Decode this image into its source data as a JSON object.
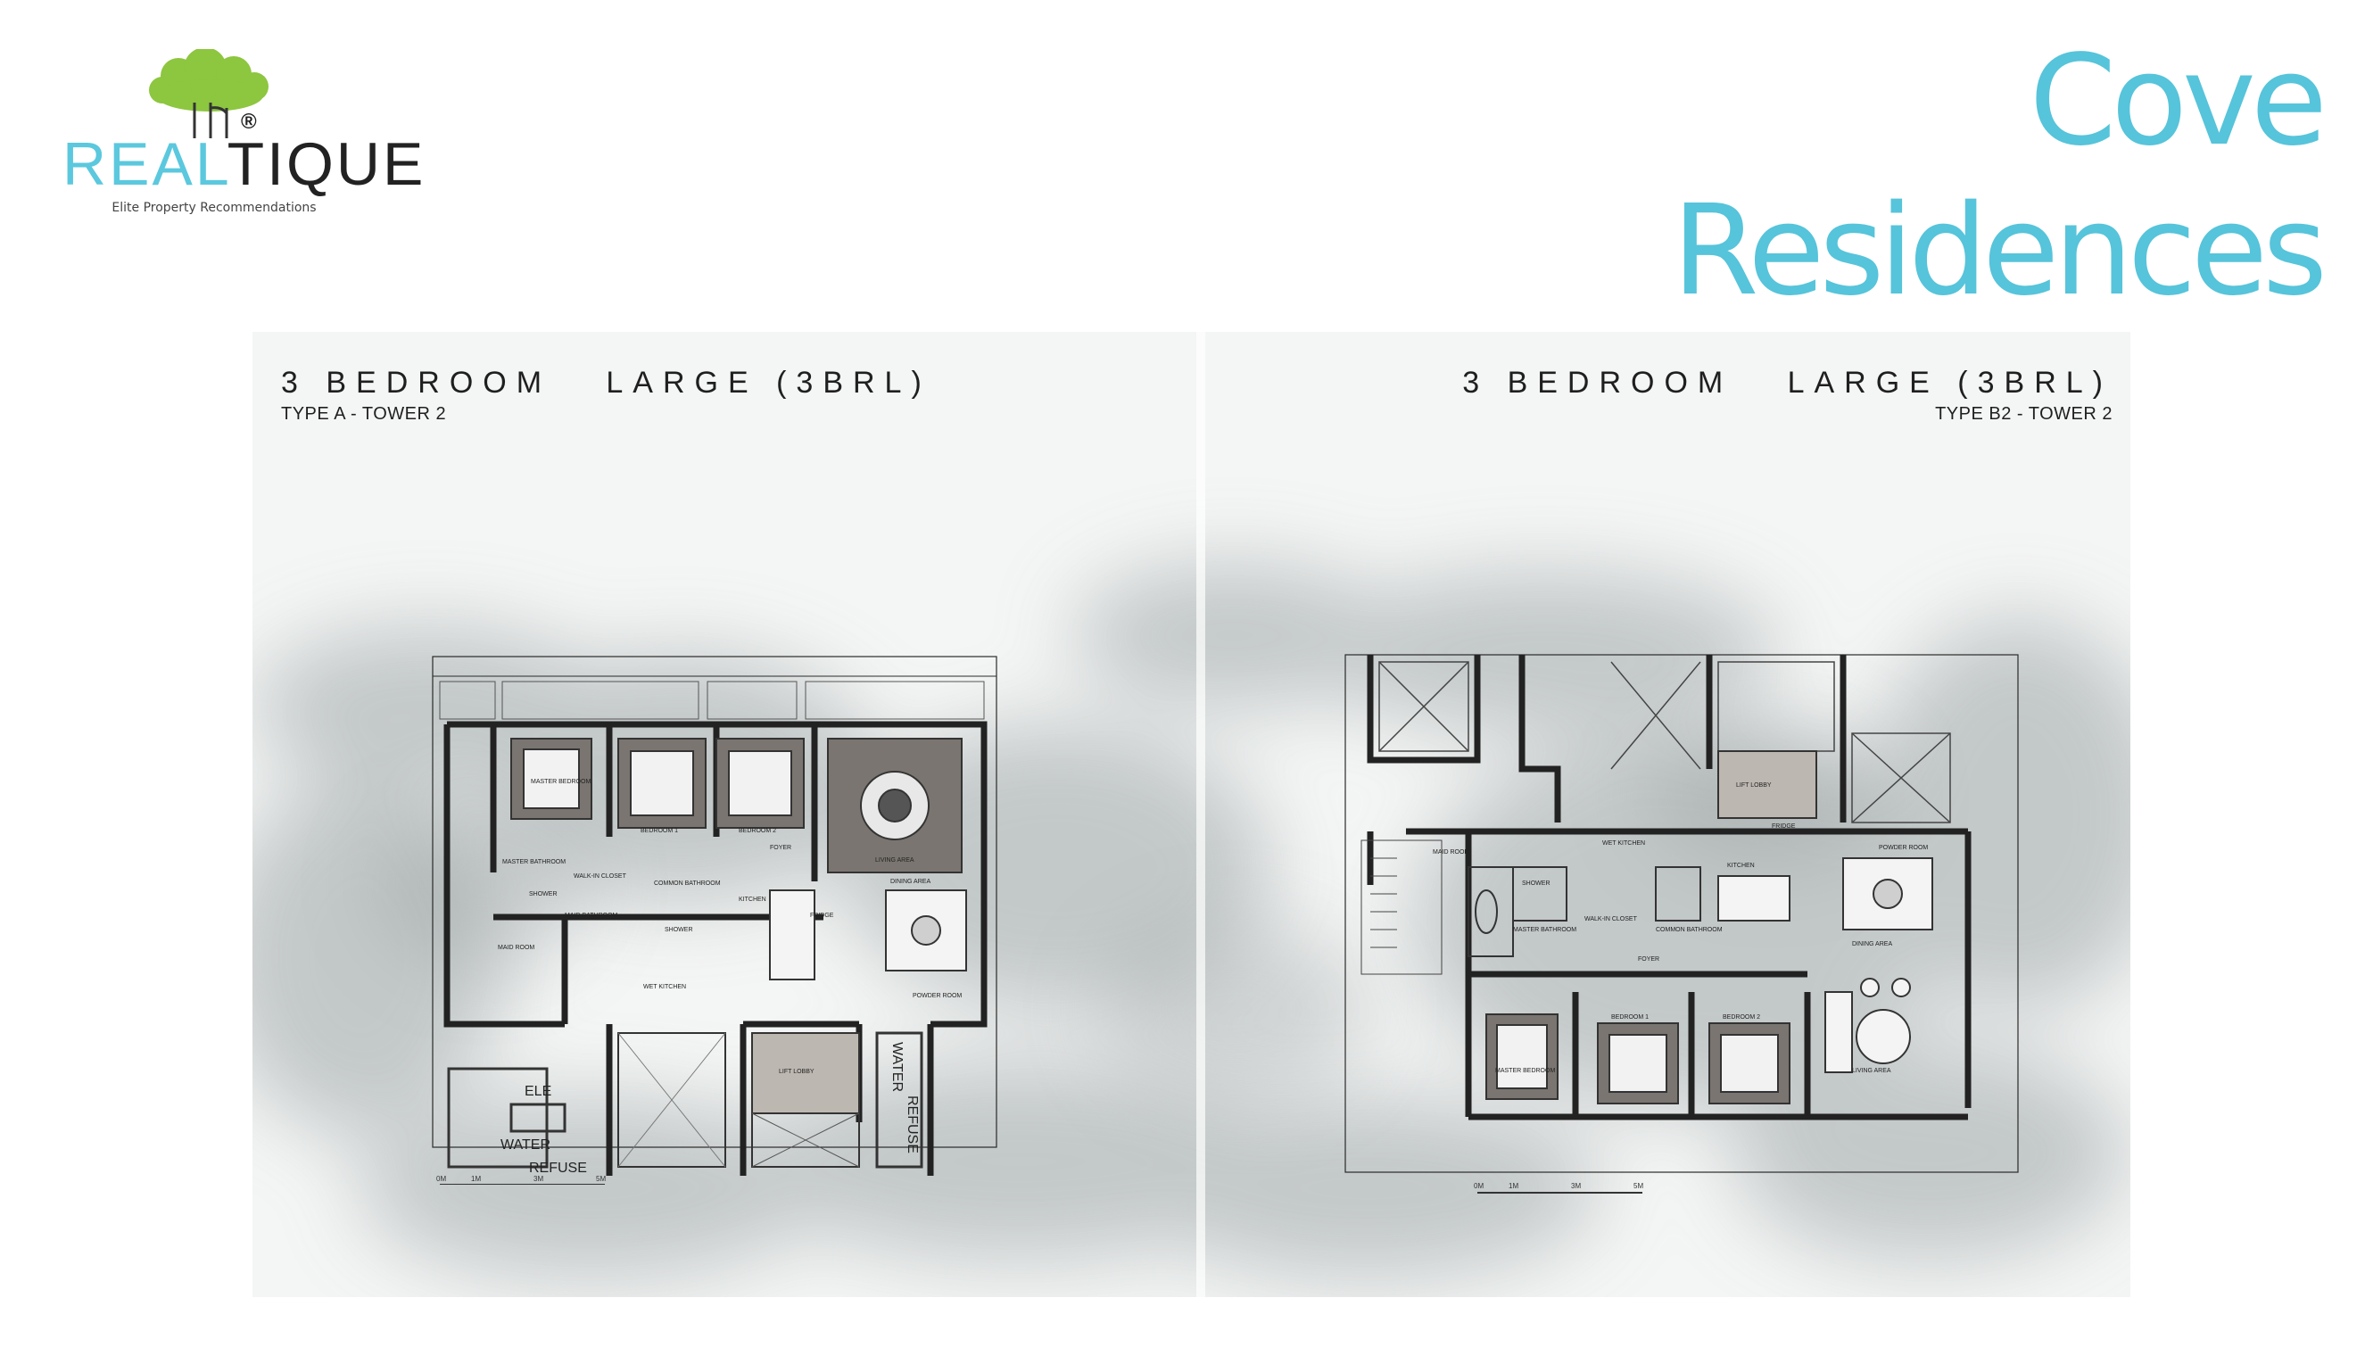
{
  "brand": {
    "word_accent": "REAL",
    "word_rest": "TIQUE",
    "tagline": "Elite Property Recommendations",
    "registered_mark": "®",
    "accent_color": "#5bc8de",
    "leaf_color": "#8dc63f"
  },
  "project": {
    "title_line1": "Cove",
    "title_line2": "Residences",
    "title_color": "#56c4da"
  },
  "plans": [
    {
      "title": "3 BEDROOM   LARGE (3BRL)",
      "subtitle": "TYPE A - TOWER 2",
      "labels": {
        "master_bedroom": "MASTER BEDROOM",
        "bedroom_1": "BEDROOM 1",
        "bedroom_2": "BEDROOM 2",
        "living": "LIVING AREA",
        "dining": "DINING AREA",
        "foyer": "FOYER",
        "master_bath": "MASTER BATHROOM",
        "walk_in": "WALK-IN CLOSET",
        "common_bath": "COMMON BATHROOM",
        "maid_bath": "MAID BATHROOM",
        "maid_room": "MAID ROOM",
        "kitchen": "KITCHEN",
        "wet_kitchen": "WET KITCHEN",
        "shower": "SHOWER",
        "powder": "POWDER ROOM",
        "lift_lobby": "LIFT LOBBY",
        "ele": "ELE",
        "water": "WATER",
        "refuse": "REFUSE",
        "fridge": "FRIDGE"
      },
      "scale_marks": [
        "0M",
        "1M",
        "3M",
        "5M"
      ]
    },
    {
      "title": "3 BEDROOM   LARGE (3BRL)",
      "subtitle": "TYPE B2 - TOWER 2",
      "labels": {
        "master_bedroom": "MASTER BEDROOM",
        "bedroom_1": "BEDROOM 1",
        "bedroom_2": "BEDROOM 2",
        "living": "LIVING AREA",
        "dining": "DINING AREA",
        "foyer": "FOYER",
        "kitchen": "KITCHEN",
        "wet_kitchen": "WET KITCHEN",
        "master_bath": "MASTER BATHROOM",
        "walk_in": "WALK-IN CLOSET",
        "common_bath": "COMMON BATHROOM",
        "maid_room": "MAID ROOM",
        "powder": "POWDER ROOM",
        "lift_lobby": "LIFT LOBBY",
        "shower": "SHOWER",
        "fridge": "FRIDGE"
      },
      "scale_marks": [
        "0M",
        "1M",
        "3M",
        "5M"
      ]
    }
  ]
}
